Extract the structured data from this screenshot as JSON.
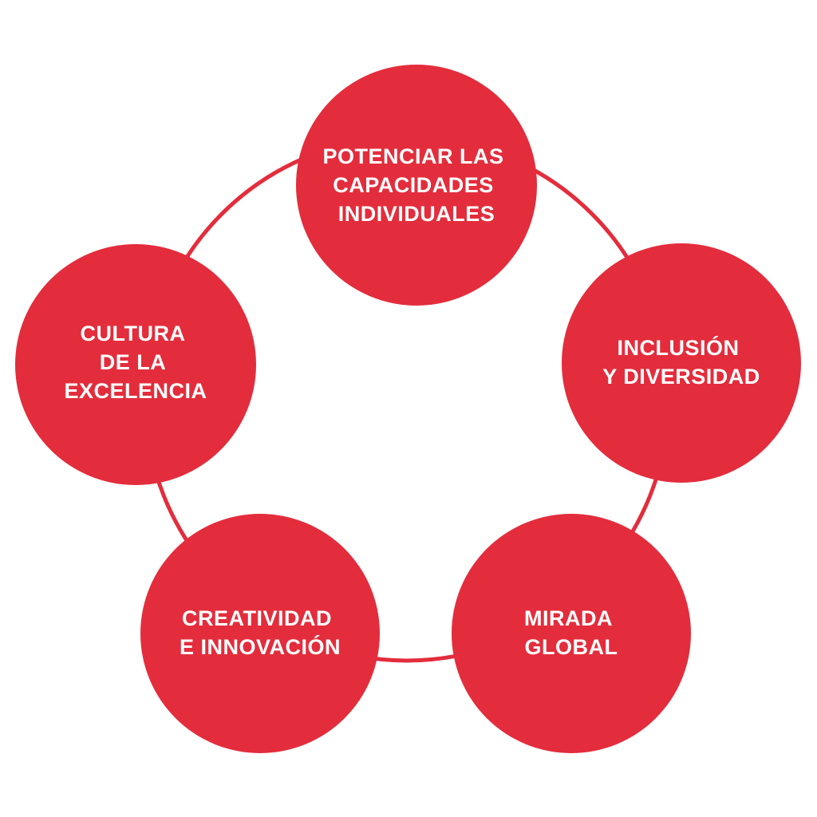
{
  "colors": {
    "accent": "#e32d3c",
    "label_text": "#ffffff",
    "background": "#ffffff"
  },
  "nodes": [
    {
      "id": "potenciar",
      "lines": [
        "POTENCIAR LAS",
        "CAPACIDADES",
        "INDIVIDUALES"
      ]
    },
    {
      "id": "inclusion",
      "lines": [
        "INCLUSIÓN",
        "Y DIVERSIDAD"
      ]
    },
    {
      "id": "mirada",
      "lines": [
        "MIRADA",
        "GLOBAL"
      ]
    },
    {
      "id": "creatividad",
      "lines": [
        "CREATIVIDAD",
        "E INNOVACIÓN"
      ]
    },
    {
      "id": "cultura",
      "lines": [
        "CULTURA",
        "DE LA",
        "EXCELENCIA"
      ]
    }
  ]
}
